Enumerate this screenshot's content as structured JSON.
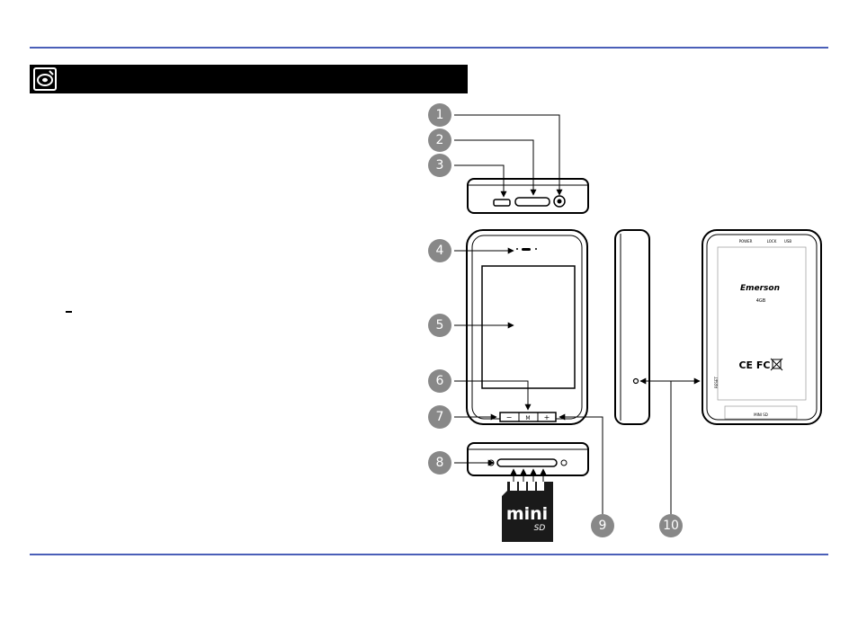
{
  "header": {
    "icon": "disc-icon",
    "bar_color": "#000000"
  },
  "rule_color": "#4a5fb8",
  "callouts": [
    {
      "n": "1"
    },
    {
      "n": "2"
    },
    {
      "n": "3"
    },
    {
      "n": "4"
    },
    {
      "n": "5"
    },
    {
      "n": "6"
    },
    {
      "n": "7"
    },
    {
      "n": "8"
    },
    {
      "n": "9"
    },
    {
      "n": "10"
    }
  ],
  "device_labels": {
    "back_top_left": "POWER",
    "back_top_mid": "LOCK",
    "back_top_right": "USB",
    "brand": "Emerson",
    "capacity": "4GB",
    "marks": "CE FC",
    "reset": "RESET",
    "microsd": "MINI SD"
  },
  "card": {
    "line1": "mini",
    "line2": "SD"
  },
  "buttons": {
    "minus": "−",
    "menu": "M",
    "plus": "+"
  }
}
